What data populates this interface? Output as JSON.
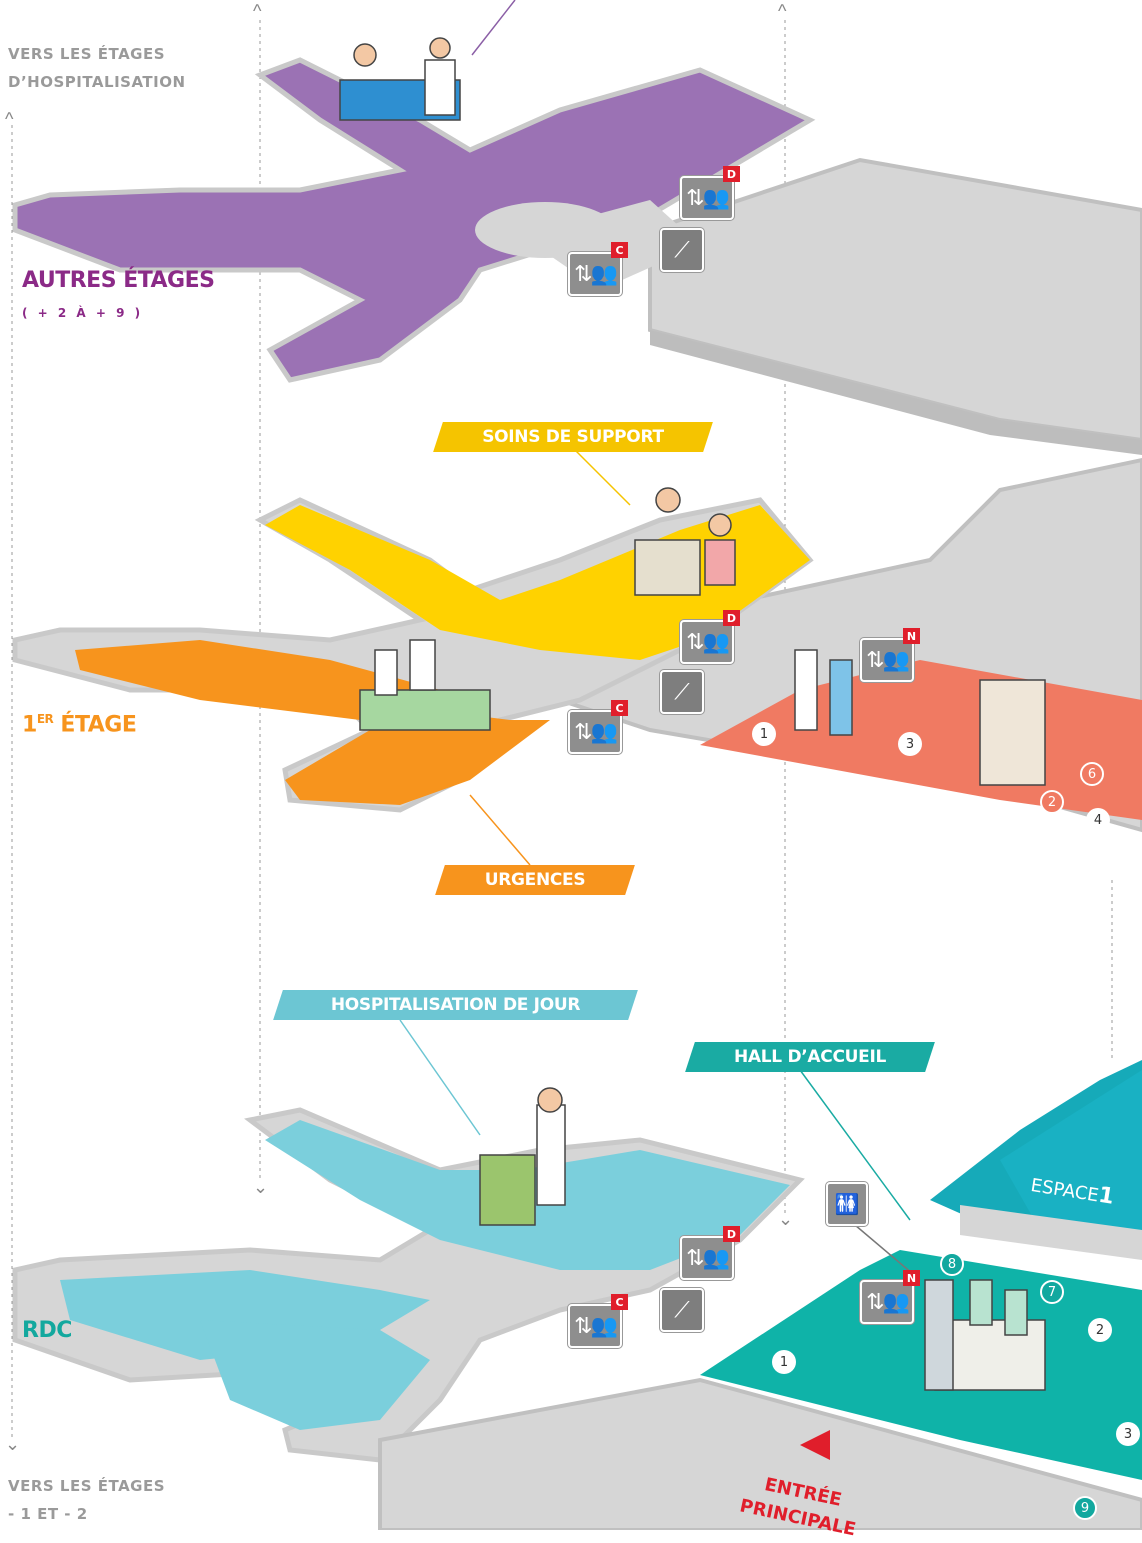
{
  "side_notes": {
    "top": [
      "VERS LES ÉTAGES",
      "D’HOSPITALISATION"
    ],
    "bottom": [
      "VERS LES ÉTAGES",
      "- 1 ET - 2"
    ]
  },
  "floors": {
    "upper": {
      "title": "AUTRES ÉTAGES",
      "subtitle": "( + 2 À + 9 )",
      "color": "#8b2a87"
    },
    "first": {
      "title_prefix": "1",
      "title_sup": "ER",
      "title_rest": "ÉTAGE",
      "color": "#f7941d"
    },
    "ground": {
      "title": "RDC",
      "color": "#13a89e"
    }
  },
  "tags": {
    "soins": {
      "label": "SOINS DE SUPPORT",
      "color": "#f5c400"
    },
    "urgences": {
      "label": "URGENCES",
      "color": "#f7941d"
    },
    "hospi_jour": {
      "label": "HOSPITALISATION DE JOUR",
      "color": "#6cc6d3"
    },
    "hall": {
      "label": "HALL D’ACCUEIL",
      "color": "#1aaba3"
    }
  },
  "colors": {
    "purple_floor": "#9b72b4",
    "yellow_floor": "#ffd200",
    "orange_floor": "#f7941d",
    "salmon_floor": "#f07a62",
    "light_blue_floor": "#7bcfdc",
    "teal_floor": "#0fb3a8",
    "grey_floor": "#d6d6d6",
    "wall": "#bdbdbd",
    "entrance_red": "#e01e2b"
  },
  "lifts": {
    "c": "C",
    "d": "D",
    "n": "N"
  },
  "badges": {
    "first": [
      "1",
      "3",
      "6",
      "2",
      "4"
    ],
    "ground": [
      "8",
      "7",
      "2",
      "1",
      "3",
      "9"
    ]
  },
  "espace": {
    "word": "ESPACE",
    "num": "1"
  },
  "entrance": {
    "line1": "ENTRÉE",
    "line2": "PRINCIPALE"
  },
  "icons": {
    "lift": "elevator-icon",
    "stairs": "stairs-icon",
    "wc": "toilets-icon",
    "arrow": "entrance-arrow-icon"
  }
}
